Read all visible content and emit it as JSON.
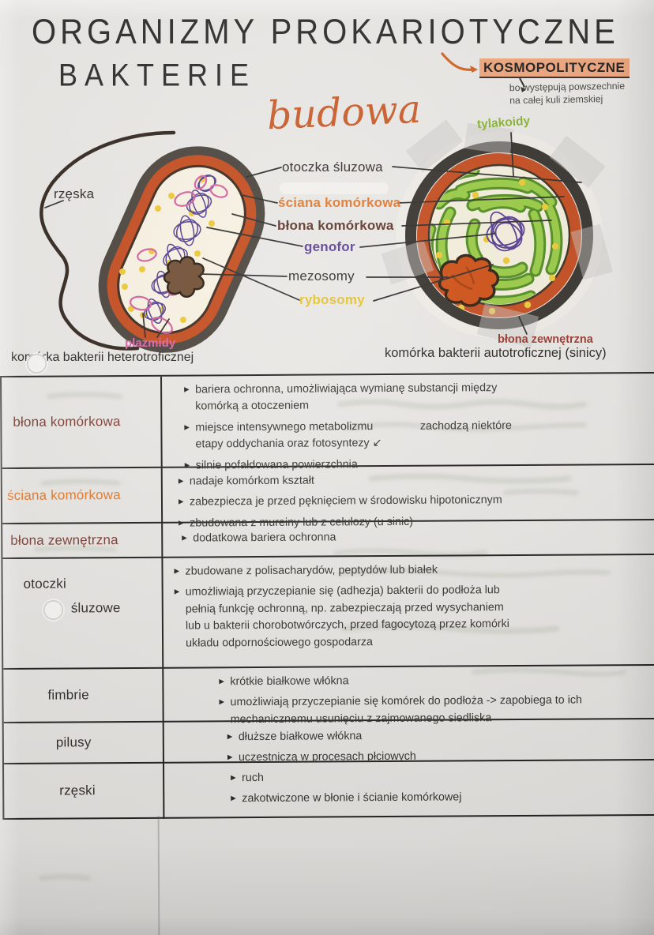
{
  "page": {
    "title_line1": "ORGANIZMY PROKARIOTYCZNE",
    "title_line2": "BAKTERIE",
    "section_heading": "budowa"
  },
  "cosmopolitan": {
    "highlight": "KOSMOPOLITYCZNE",
    "highlight_color": "#efa57c",
    "note": "bo występują powszechnie\nna całej kuli ziemskiej"
  },
  "diagram": {
    "labels": {
      "flagellum": "rzęska",
      "slime_capsule": "otoczka śluzowa",
      "cell_wall": "ściana komórkowa",
      "cell_membrane": "błona komórkowa",
      "genophore": "genofor",
      "mesosomes": "mezosomy",
      "ribosomes": "rybosomy",
      "plasmids": "plazmidy",
      "thylakoids": "tylakoidy",
      "outer_membrane": "błona zewnętrzna"
    },
    "colors": {
      "cell_wall_orange": "#c3491b",
      "outline_dark": "#3a342e",
      "thylakoid_green": "#96ca42",
      "genophore_purple": "#53398e",
      "plasmid_pink": "#d35f9f",
      "ribosome_yellow": "#ecc832",
      "mesosome_brown": "#6f4b30",
      "mesosome_orange": "#ce4c10"
    },
    "caption_left": "komórka bakterii heterotroficznej",
    "caption_right": "komórka bakterii autotroficznej (sinicy)"
  },
  "table": {
    "rows": [
      {
        "label": "błona komórkowa",
        "label_color": "#7c3b31",
        "bullets": [
          "bariera ochronna, umożliwiająca wymianę substancji między\nkomórką a otoczeniem",
          "miejsce intensywnego metabolizmu               zachodzą niektóre\netapy oddychania oraz fotosyntezy ↙",
          "silnie pofałdowana powierzchnia"
        ]
      },
      {
        "label": "ściana komórkowa",
        "label_color": "#e0782c",
        "bullets": [
          "nadaje komórkom kształt",
          "zabezpiecza je przed pęknięciem w środowisku hipotonicznym",
          "zbudowana z mureiny lub z celulozy (u sinic)"
        ]
      },
      {
        "label": "błona zewnętrzna",
        "label_color": "#7c3b31",
        "bullets": [
          "dodatkowa bariera ochronna"
        ]
      },
      {
        "label": "otoczki",
        "label2": "śluzowe",
        "label_color": "#2e2b28",
        "bullets": [
          "zbudowane z polisacharydów, peptydów lub białek",
          "umożliwiają przyczepianie się (adhezja) bakterii do podłoża lub\npełnią funkcję ochronną, np. zabezpieczają przed wysychaniem\nlub u bakterii chorobotwórczych, przed fagocytozą przez komórki\nukładu odpornościowego gospodarza"
        ]
      },
      {
        "label": "fimbrie",
        "label_color": "#2e2b28",
        "bullets": [
          "krótkie białkowe włókna",
          "umożliwiają przyczepianie się komórek do podłoża -> zapobiega to ich\nmechanicznemu usunięciu z zajmowanego siedliska"
        ]
      },
      {
        "label": "pilusy",
        "label_color": "#2e2b28",
        "bullets": [
          "dłuższe białkowe włókna",
          "uczestniczą w procesach płciowych"
        ]
      },
      {
        "label": "rzęski",
        "label_color": "#2e2b28",
        "bullets": [
          "ruch",
          "zakotwiczone w błonie i ścianie komórkowej"
        ]
      }
    ]
  }
}
